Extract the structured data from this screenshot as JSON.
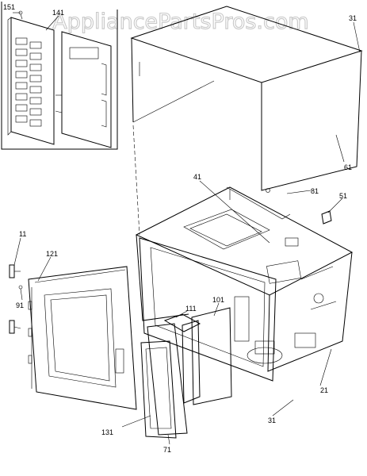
{
  "watermark": "AppliancePartsPros.com",
  "inset_labels": [
    "151",
    "141"
  ],
  "part_labels": [
    "31",
    "61",
    "41",
    "81",
    "51",
    "11",
    "121",
    "91",
    "111",
    "101",
    "21",
    "131",
    "71",
    "31"
  ],
  "colors": {
    "line": "#000000",
    "watermark_outline": "#c8c8c8",
    "background": "#ffffff"
  }
}
